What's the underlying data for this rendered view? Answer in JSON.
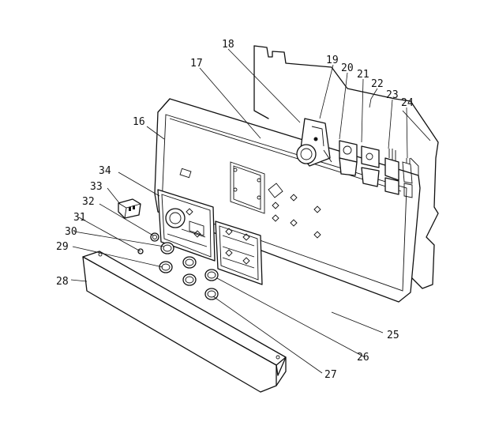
{
  "callouts": [
    {
      "id": "16",
      "label": "16"
    },
    {
      "id": "17",
      "label": "17"
    },
    {
      "id": "18",
      "label": "18"
    },
    {
      "id": "19",
      "label": "19"
    },
    {
      "id": "20",
      "label": "20"
    },
    {
      "id": "21",
      "label": "21"
    },
    {
      "id": "22",
      "label": "22"
    },
    {
      "id": "23",
      "label": "23"
    },
    {
      "id": "24",
      "label": "24"
    },
    {
      "id": "25",
      "label": "25"
    },
    {
      "id": "26",
      "label": "26"
    },
    {
      "id": "27",
      "label": "27"
    },
    {
      "id": "28",
      "label": "28"
    },
    {
      "id": "29",
      "label": "29"
    },
    {
      "id": "30",
      "label": "30"
    },
    {
      "id": "31",
      "label": "31"
    },
    {
      "id": "32",
      "label": "32"
    },
    {
      "id": "33",
      "label": "33"
    },
    {
      "id": "34",
      "label": "34"
    }
  ]
}
